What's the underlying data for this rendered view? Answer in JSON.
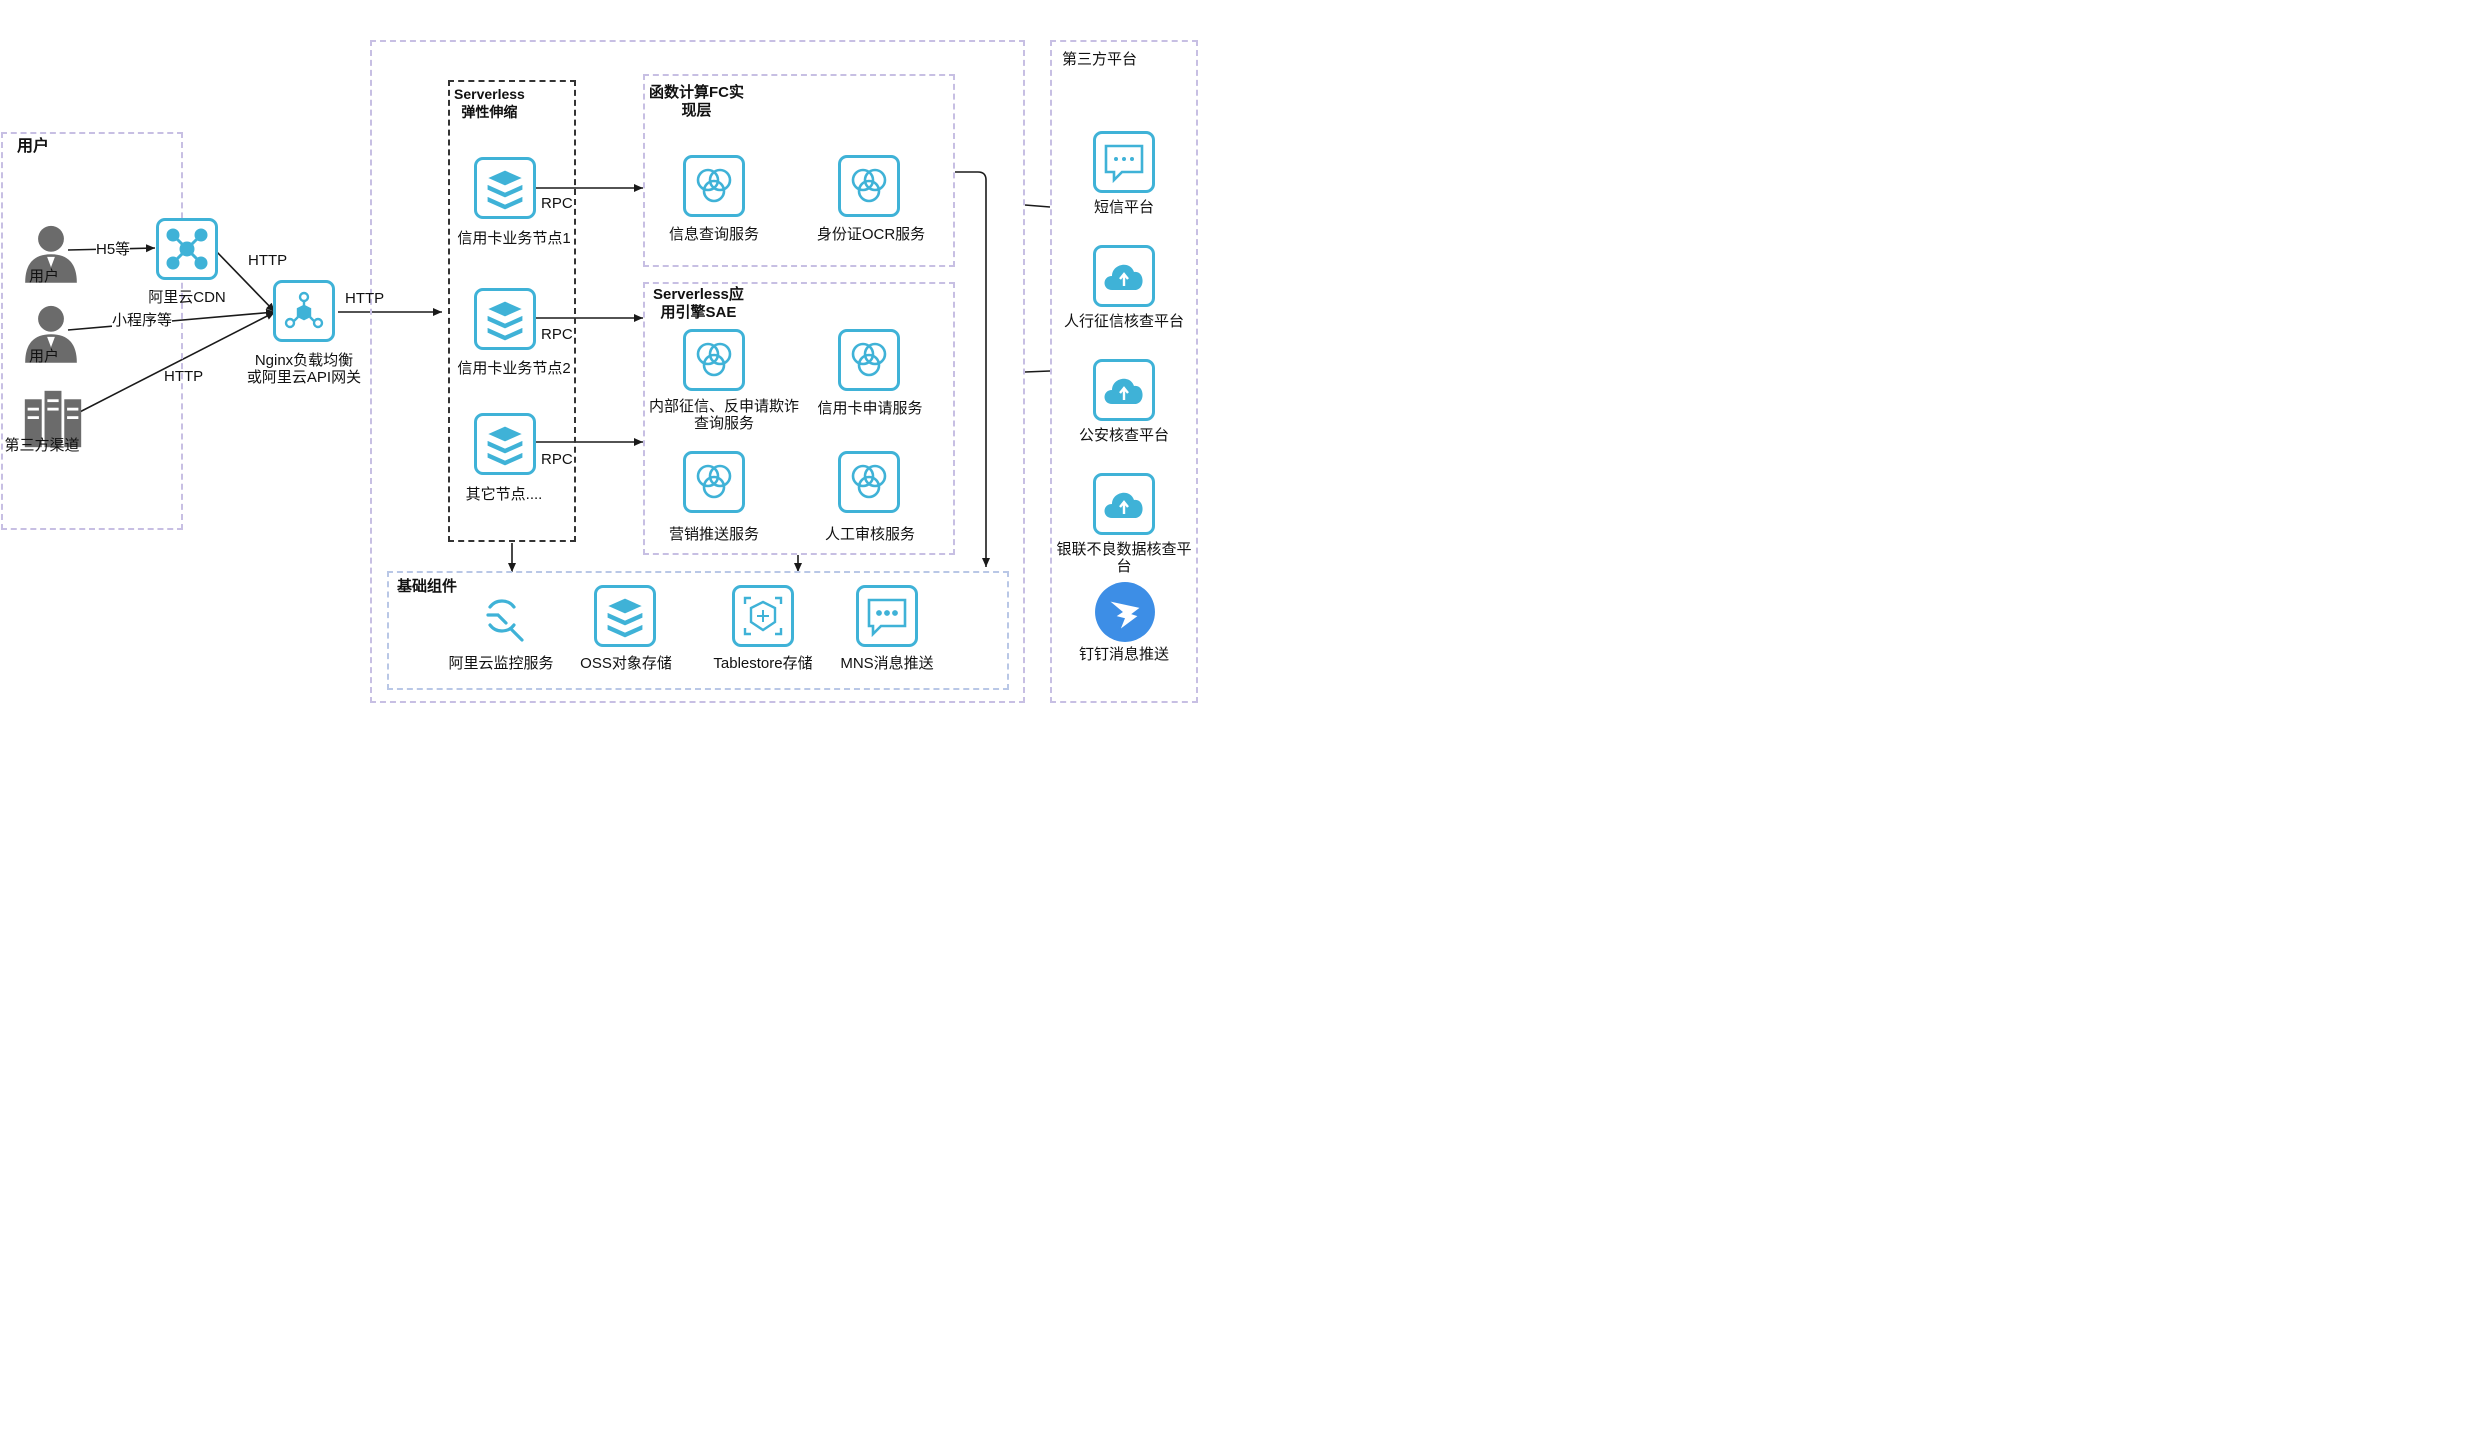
{
  "groups": {
    "users": "用户",
    "serverless_scaling": "Serverless\n弹性伸缩",
    "fc_layer": "函数计算FC实\n现层",
    "sae_engine": "Serverless应\n用引擎SAE",
    "base_components": "基础组件",
    "third_party": "第三方平台"
  },
  "clients": {
    "user1": "用户",
    "user2": "用户",
    "channel": "第三方渠道"
  },
  "gateways": {
    "cdn": "阿里云CDN",
    "nginx": "Nginx负载均衡\n或阿里云API网关"
  },
  "edges": {
    "h5": "H5等",
    "mini": "小程序等",
    "http_cdn": "HTTP",
    "http_channel": "HTTP",
    "http_main": "HTTP",
    "rpc1": "RPC",
    "rpc2": "RPC",
    "rpc3": "RPC"
  },
  "nodes": {
    "n1": "信用卡业务节点1",
    "n2": "信用卡业务节点2",
    "n3": "其它节点...."
  },
  "fc_services": {
    "info_query": "信息查询服务",
    "id_ocr": "身份证OCR服务"
  },
  "sae_services": {
    "credit_check": "内部征信、反申请欺诈\n查询服务",
    "card_apply": "信用卡申请服务",
    "marketing": "营销推送服务",
    "manual_review": "人工审核服务"
  },
  "base": {
    "monitor": "阿里云监控服务",
    "oss": "OSS对象存储",
    "tablestore": "Tablestore存储",
    "mns": "MNS消息推送"
  },
  "third_party": {
    "sms": "短信平台",
    "pboc": "人行征信核查平台",
    "police": "公安核查平台",
    "unionpay": "银联不良数据核查平台",
    "dingtalk": "钉钉消息推送"
  },
  "colors": {
    "accent": "#3fb2d7",
    "group_border": "#c7bfe3",
    "user_gray": "#6b6b6b",
    "dingtalk": "#3d8ee6",
    "edge": "#1a1a1a"
  }
}
